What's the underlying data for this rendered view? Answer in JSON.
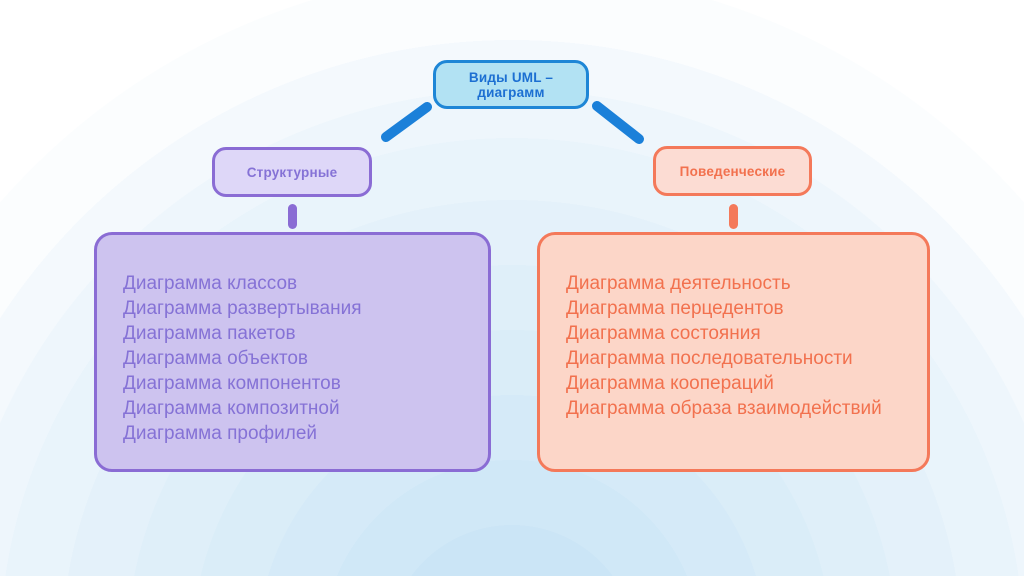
{
  "theme": {
    "blue-link": "#1b80d9",
    "root-fill": "#b2e2f3",
    "root-border": "#1e86d6",
    "root-text": "#1c6fd2",
    "purple-border": "#8a6cd4",
    "purple-node-fill": "#ded7f8",
    "purple-box-fill": "#cdc3ef",
    "purple-text": "#8572d6",
    "orange-border": "#f4795a",
    "orange-node-fill": "#fcdcd3",
    "orange-box-fill": "#fcd6c8",
    "orange-text": "#f2714e"
  },
  "chart_data": {
    "type": "diagram",
    "title": "Виды UML – диаграмм",
    "root": {
      "label": "Виды UML – диаграмм"
    },
    "branches": [
      {
        "label": "Структурные",
        "color": "#8a6cd4",
        "items": [
          "Диаграмма классов",
          "Диаграмма развертывания",
          "Диаграмма пакетов",
          "Диаграмма объектов",
          "Диаграмма компонентов",
          "Диаграмма композитной",
          "Диаграмма профилей"
        ]
      },
      {
        "label": "Поведенческие",
        "color": "#f4795a",
        "items": [
          "Диаграмма деятельность",
          "Диаграмма перцедентов",
          "Диаграмма состояния",
          "Диаграмма последовательности",
          "Диаграмма коопераций",
          "Диаграмма образа взаимодействий"
        ]
      }
    ]
  }
}
